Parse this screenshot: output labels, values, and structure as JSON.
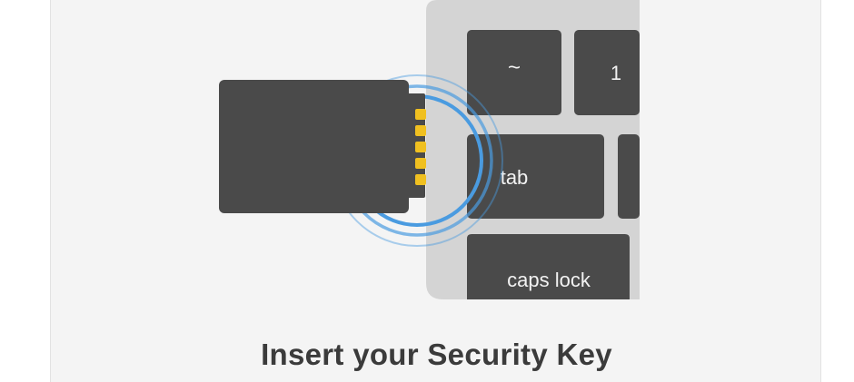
{
  "illustration": {
    "keys": {
      "tilde": "~",
      "one": "1",
      "tab": "tab",
      "caps_lock": "caps lock"
    },
    "colors": {
      "panel_background": "#f4f4f4",
      "keyboard_body": "#d4d4d4",
      "key": "#4a4a4a",
      "security_key": "#4a4a4a",
      "contacts": "#f0c020",
      "signal_rings": "#4a9be0"
    },
    "icons": [
      "security-key-icon",
      "signal-rings-icon",
      "keyboard-icon"
    ]
  },
  "title": "Insert your Security Key"
}
